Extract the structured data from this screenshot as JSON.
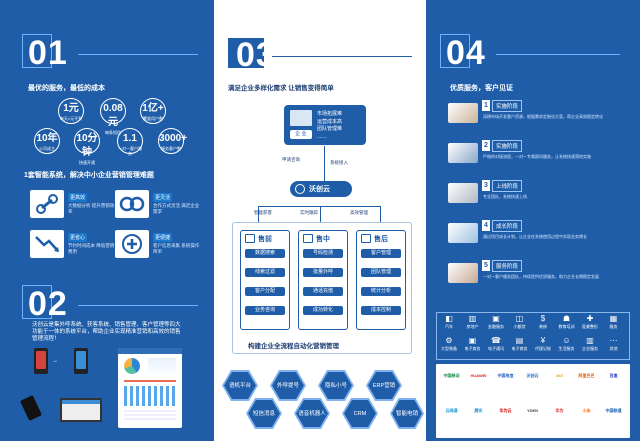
{
  "section1": {
    "number": "01",
    "heading": "最优的服务，最低的成本",
    "circles": [
      {
        "value": "1元",
        "caption": "每天1元不到"
      },
      {
        "value": "0.08元",
        "caption": "每条短信"
      },
      {
        "value": "1亿+",
        "caption": "覆盖用户数"
      },
      {
        "value": "10年",
        "caption": "公司成立"
      },
      {
        "value": "10分钟",
        "caption": "快速开通"
      },
      {
        "value": "1.1",
        "caption": "一对一客户服务"
      },
      {
        "value": "3000+",
        "caption": "服务客户数"
      }
    ],
    "subheading": "1套智能系统，解决中小企业营销管理难题",
    "tiles": [
      {
        "label": "更高效",
        "desc": "大数据分析 提升营销效率"
      },
      {
        "label": "更灵活",
        "desc": "合作方式灵活 满足企业需求"
      },
      {
        "label": "更省心",
        "desc": "节约时间成本 降低营销费用"
      },
      {
        "label": "更便捷",
        "desc": "客户信息采集 系统操作简单"
      }
    ]
  },
  "section2": {
    "number": "02",
    "desc": "沃创云是集外呼系统、获客系统、销售管理、客户管理等四大功能于一体的系统平台，帮助企业实现精准营销和高效的销售管理流程！"
  },
  "section3": {
    "number": "03",
    "heading": "满足企业多样化需求  让销售变得简单",
    "enterprise_label": "企 业",
    "enterprise_items": [
      "市场拓展难",
      "运营成本高",
      "团队管理难"
    ],
    "left_label": "申请咨询",
    "right_label": "系统接入",
    "brand_name": "沃创云",
    "branch_labels": [
      "智能获客",
      "实时跟踪",
      "高效管理"
    ],
    "columns": [
      {
        "title": "售前",
        "items": [
          "数据搜索",
          "线索过滤",
          "客户分配",
          "业务咨询"
        ]
      },
      {
        "title": "售中",
        "items": [
          "号码检测",
          "批量外呼",
          "通话充值",
          "成功转化"
        ]
      },
      {
        "title": "售后",
        "items": [
          "客户管理",
          "团队管理",
          "统计分析",
          "成本控制"
        ]
      }
    ],
    "footer": "构建企业全流程自动化营销管理",
    "hexes": [
      "语机平台",
      "外呼提号",
      "隐私小号",
      "ERP营销",
      "短信消息",
      "语音机器人",
      "CRM",
      "智能电销"
    ]
  },
  "section4": {
    "number": "04",
    "heading": "优质服务，客户见证",
    "services": [
      {
        "n": "1",
        "title": "实施阶段",
        "desc": "深耕市场开发客户资源，根据需求定制化方案，帮企业高效稳定转化"
      },
      {
        "n": "2",
        "title": "实施阶段",
        "desc": "严格的对接流程，一对一专属顾问服务，让系统快速落地实施"
      },
      {
        "n": "3",
        "title": "上线阶段",
        "desc": "专业团队，系统快速上线"
      },
      {
        "n": "4",
        "title": "成长阶段",
        "desc": "通过项目成长计划，让企业在系统使用过程中实现业务增长"
      },
      {
        "n": "5",
        "title": "服务阶段",
        "desc": "一对一客户服务团队，持续提供优质服务，助力企业长期稳定发展"
      }
    ],
    "industries_row1": [
      "汽车",
      "房地产",
      "金融服务",
      "小额贷",
      "装修",
      "教育培训",
      "医美整形",
      "服务"
    ],
    "industries_row2": [
      "大型装备",
      "电子商务",
      "电子通讯",
      "电子商务",
      "代理记账",
      "生活服务",
      "企业服务",
      "其他"
    ],
    "logos": [
      "中国移动",
      "HUAWEI",
      "中国电信",
      "沃创云",
      "360",
      "阿里巴巴",
      "百度",
      "云网通",
      "腾讯",
      "华为云",
      "YDEN",
      "华为",
      "小米",
      "中国联通"
    ]
  }
}
